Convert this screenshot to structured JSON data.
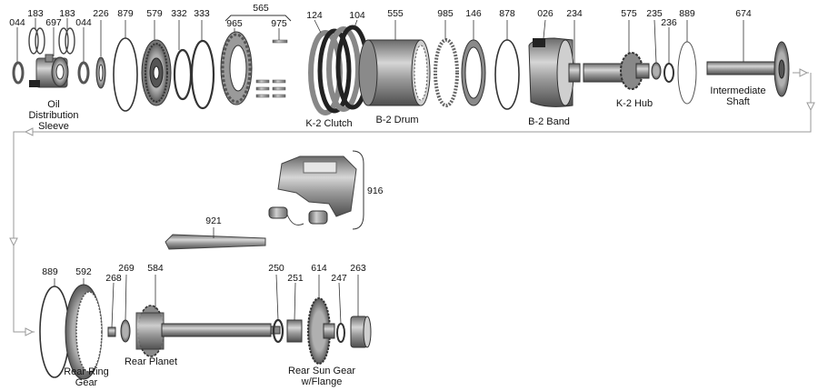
{
  "diagram": {
    "parts": [
      {
        "id": "p044a",
        "number": "044"
      },
      {
        "id": "p183a",
        "number": "183"
      },
      {
        "id": "p697",
        "number": "697",
        "caption": [
          "Oil",
          "Distribution",
          "Sleeve"
        ]
      },
      {
        "id": "p183b",
        "number": "183"
      },
      {
        "id": "p044b",
        "number": "044"
      },
      {
        "id": "p226",
        "number": "226"
      },
      {
        "id": "p879",
        "number": "879"
      },
      {
        "id": "p579",
        "number": "579"
      },
      {
        "id": "p332",
        "number": "332"
      },
      {
        "id": "p333",
        "number": "333"
      },
      {
        "id": "p565",
        "number": "565"
      },
      {
        "id": "p965",
        "number": "965"
      },
      {
        "id": "p975",
        "number": "975"
      },
      {
        "id": "p124",
        "number": "124"
      },
      {
        "id": "p104",
        "number": "104",
        "caption": [
          "K-2 Clutch"
        ]
      },
      {
        "id": "p555",
        "number": "555",
        "caption": [
          "B-2 Drum"
        ]
      },
      {
        "id": "p985",
        "number": "985"
      },
      {
        "id": "p146",
        "number": "146"
      },
      {
        "id": "p878",
        "number": "878"
      },
      {
        "id": "p026",
        "number": "026",
        "caption": [
          "B-2 Band"
        ]
      },
      {
        "id": "p234",
        "number": "234"
      },
      {
        "id": "p575",
        "number": "575",
        "caption": [
          "K-2 Hub"
        ]
      },
      {
        "id": "p235",
        "number": "235"
      },
      {
        "id": "p236",
        "number": "236"
      },
      {
        "id": "p889a",
        "number": "889"
      },
      {
        "id": "p674",
        "number": "674",
        "caption": [
          "Intermediate",
          "Shaft"
        ]
      },
      {
        "id": "p916",
        "number": "916"
      },
      {
        "id": "p921",
        "number": "921"
      },
      {
        "id": "p889b",
        "number": "889"
      },
      {
        "id": "p592",
        "number": "592",
        "caption": [
          "Rear Ring",
          "Gear"
        ]
      },
      {
        "id": "p268",
        "number": "268"
      },
      {
        "id": "p269",
        "number": "269"
      },
      {
        "id": "p584",
        "number": "584",
        "caption": [
          "Rear Planet"
        ]
      },
      {
        "id": "p250",
        "number": "250"
      },
      {
        "id": "p251",
        "number": "251"
      },
      {
        "id": "p614",
        "number": "614",
        "caption": [
          "Rear Sun Gear",
          "w/Flange"
        ]
      },
      {
        "id": "p247",
        "number": "247"
      },
      {
        "id": "p263",
        "number": "263"
      }
    ],
    "colors": {
      "metal_dark": "#555555",
      "metal_mid": "#8a8a8a",
      "metal_light": "#c8c8c8",
      "friction": "#222222",
      "flow_line": "#9a9a9a",
      "label": "#111111"
    }
  }
}
